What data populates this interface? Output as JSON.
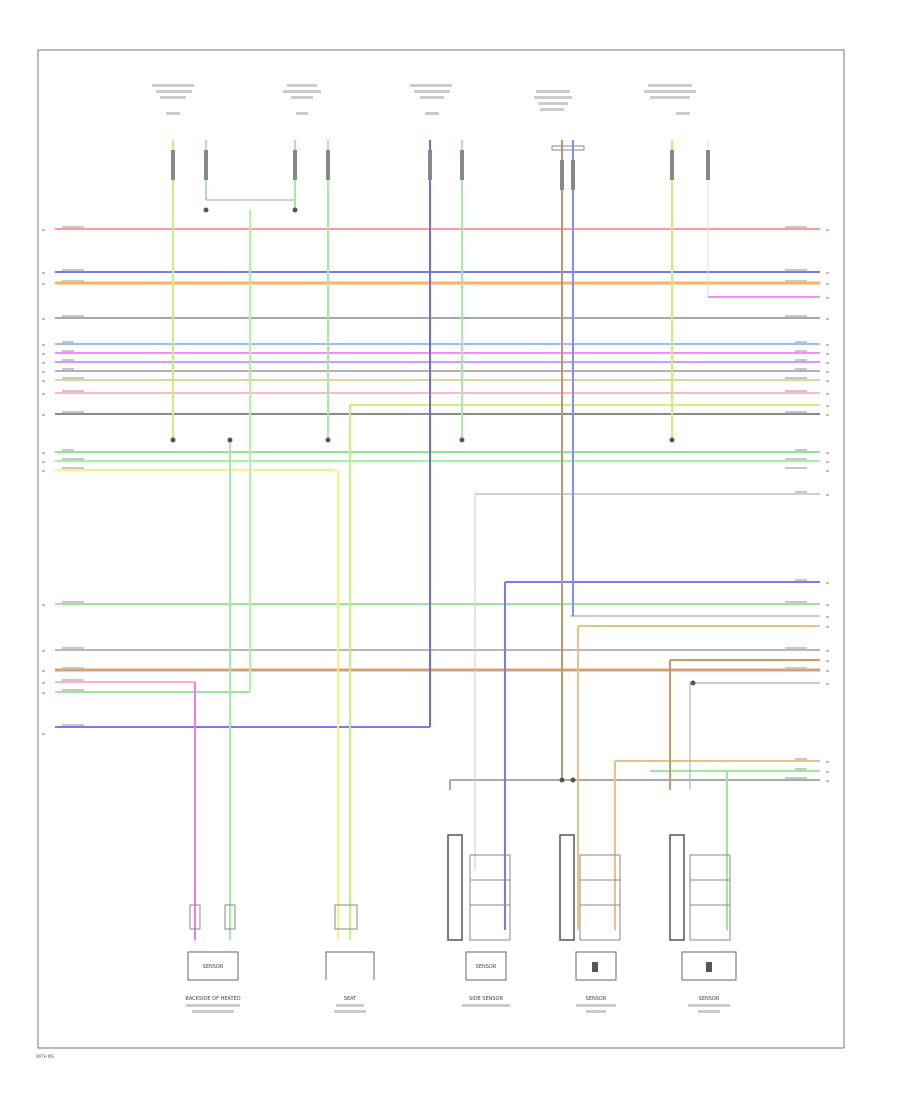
{
  "diagram": {
    "footer_code": "WITH MS"
  },
  "colors": {
    "red": "#ff9a9a",
    "blue": "#6a6af5",
    "orange": "#ffa84d",
    "gray": "#a8a8a8",
    "lightblue": "#8fb2ff",
    "magenta": "#f07cf0",
    "pink": "#ffb0c8",
    "yellow": "#fff07a",
    "tan": "#dcb97a",
    "green": "#7fe07f",
    "lime": "#c8f07f",
    "darkgray": "#7d7d7d",
    "brown": "#c89a6a",
    "blueviolet": "#8a8aff",
    "connector": "#444444"
  },
  "components": {
    "c1": {
      "label": "SENSOR",
      "caption": "BACKSIDE OF HEATED"
    },
    "c2": {
      "label": "",
      "caption": "SEAT"
    },
    "c3": {
      "label": "SENSOR",
      "caption": "SIDE SENSOR"
    },
    "c4": {
      "label": "",
      "caption": "SENSOR"
    },
    "c5": {
      "label": "",
      "caption": "SENSOR"
    }
  }
}
